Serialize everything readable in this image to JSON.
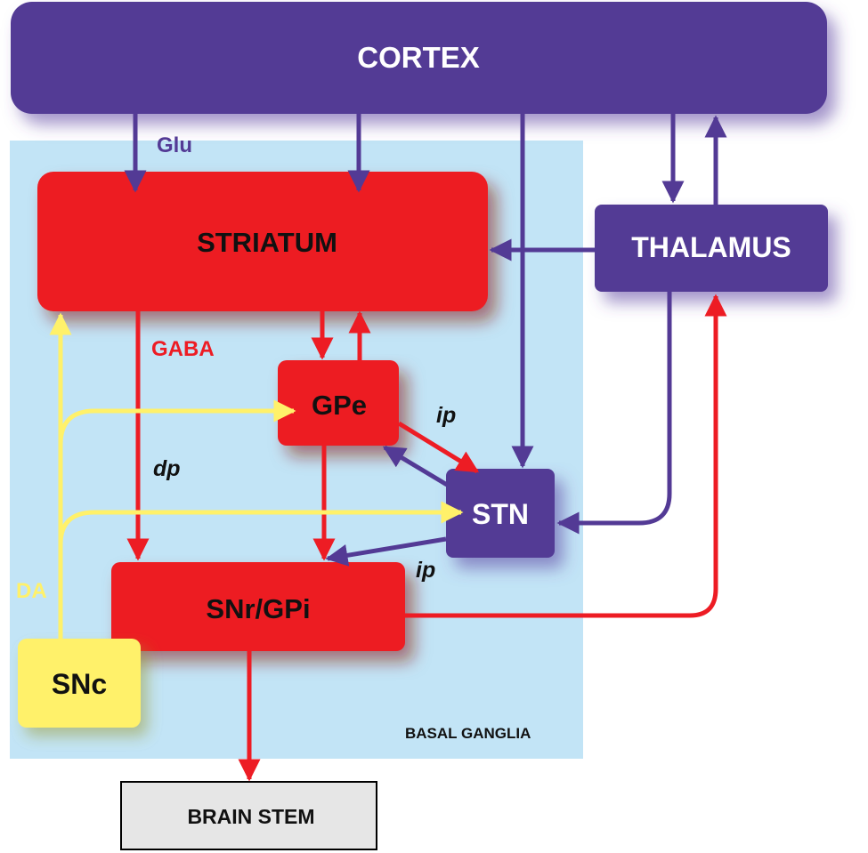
{
  "nodes": {
    "cortex": "CORTEX",
    "striatum": "STRIATUM",
    "thalamus": "THALAMUS",
    "gpe": "GPe",
    "stn": "STN",
    "snr_gpi": "SNr/GPi",
    "snc": "SNc",
    "brain_stem": "BRAIN STEM"
  },
  "labels": {
    "glu": "Glu",
    "gaba": "GABA",
    "da": "DA",
    "dp": "dp",
    "ip_upper": "ip",
    "ip_lower": "ip",
    "region": "BASAL GANGLIA"
  },
  "colors": {
    "cortex": "#533a95",
    "inhibitory": "#ed1c24",
    "dopamine": "#fff16a",
    "basal_ganglia_bg": "#c2e4f6",
    "brain_stem_bg": "#e6e6e6"
  }
}
